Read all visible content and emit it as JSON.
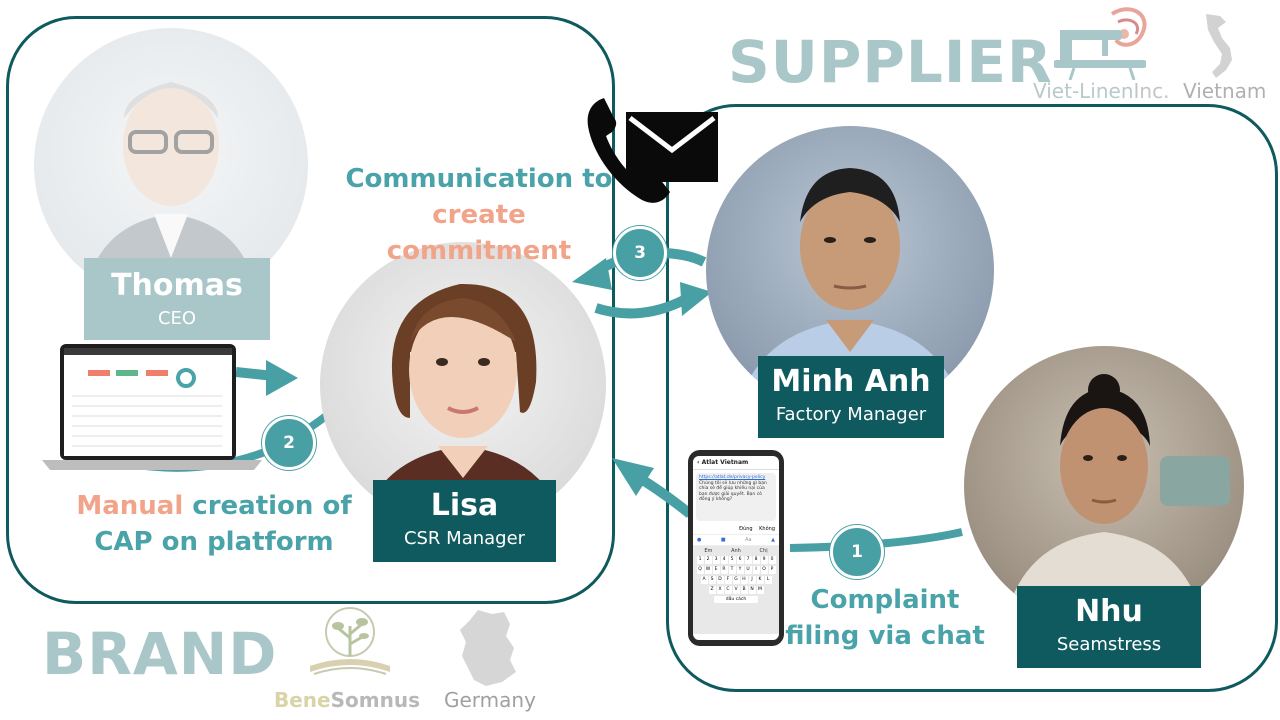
{
  "regions": {
    "supplier": {
      "title": "SUPPLIER",
      "company_first": "Viet-Linen",
      "company_second": "Inc.",
      "country": "Vietnam"
    },
    "brand": {
      "title": "BRAND",
      "company_first": "Bene",
      "company_second": "Somnus",
      "country": "Germany"
    }
  },
  "people": {
    "thomas": {
      "name": "Thomas",
      "role": "CEO"
    },
    "lisa": {
      "name": "Lisa",
      "role": "CSR Manager"
    },
    "minh_anh": {
      "name": "Minh Anh",
      "role": "Factory Manager"
    },
    "nhu": {
      "name": "Nhu",
      "role": "Seamstress"
    }
  },
  "steps": {
    "step1": {
      "number": "1",
      "line1": "Complaint",
      "line2": "filing via chat"
    },
    "step2": {
      "number": "2",
      "line1_highlight": "Manual",
      "line1_rest": " creation of",
      "line2": "CAP on platform"
    },
    "step3": {
      "number": "3",
      "line1": "Communication to",
      "line2": "create commitment"
    }
  },
  "phone_chat": {
    "header": "Atlat Vietnam",
    "link": "https://atlat.de/privacy-policy",
    "message": "Chúng tôi sẽ lưu những gì bạn chia sẻ để giúp khiếu nại của bạn được giải quyết. Bạn có đồng ý không?",
    "option_yes": "Đúng",
    "option_no": "Không",
    "input_hint": "Aa",
    "kb_row1": [
      "1",
      "2",
      "3",
      "4",
      "5",
      "6",
      "7",
      "8",
      "9",
      "0"
    ],
    "kb_row2": [
      "Q",
      "W",
      "E",
      "R",
      "T",
      "Y",
      "U",
      "I",
      "O",
      "P"
    ],
    "kb_row3": [
      "A",
      "S",
      "D",
      "F",
      "G",
      "H",
      "J",
      "K",
      "L"
    ],
    "kb_row4": [
      "Z",
      "X",
      "C",
      "V",
      "B",
      "N",
      "M"
    ],
    "kb_suggest": [
      "Em",
      "Anh",
      "Chị"
    ],
    "space_label": "dấu cách"
  },
  "colors": {
    "dark_teal": "#0e5a5e",
    "teal": "#48a0a4",
    "light_teal": "#a9c7c9",
    "salmon": "#f2a48b"
  },
  "icons": [
    "phone-icon",
    "envelope-icon",
    "sewing-machine-logo",
    "vietnam-map-icon",
    "tree-book-logo",
    "germany-map-icon"
  ]
}
